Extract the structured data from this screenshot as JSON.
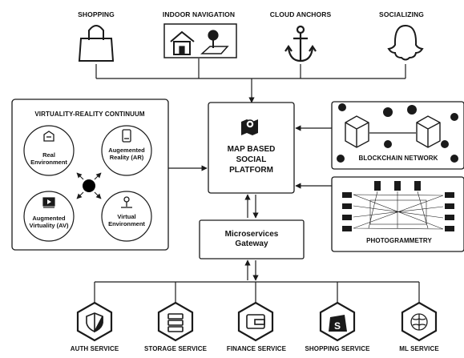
{
  "top_services": [
    {
      "label": "SHOPPING",
      "icon": "shopping-bag-icon"
    },
    {
      "label": "INDOOR NAVIGATION",
      "icon": "home-navigation-icon"
    },
    {
      "label": "CLOUD ANCHORS",
      "icon": "anchor-icon"
    },
    {
      "label": "SOCIALIZING",
      "icon": "ghost-social-icon"
    }
  ],
  "continuum": {
    "title": "VIRTUALITY-REALITY CONTINUUM",
    "items": [
      {
        "label": "Real\nEnvironment",
        "icon": "building-icon"
      },
      {
        "label": "Augemented\nReality (AR)",
        "icon": "ar-phone-icon"
      },
      {
        "label": "Augmented\nVirtuality (AV)",
        "icon": "play-screen-icon"
      },
      {
        "label": "Virtual\nEnvironment",
        "icon": "person-pin-icon"
      }
    ]
  },
  "platform": {
    "label": "MAP BASED\nSOCIAL\nPLATFORM",
    "icon": "map-pin-icon"
  },
  "gateway": {
    "label": "Microservices\nGateway"
  },
  "blockchain": {
    "label": "BLOCKCHAIN NETWORK"
  },
  "photogrammetry": {
    "label": "PHOTOGRAMMETRY"
  },
  "bottom_services": [
    {
      "label": "AUTH SERVICE",
      "icon": "shield-icon"
    },
    {
      "label": "STORAGE SERVICE",
      "icon": "server-icon"
    },
    {
      "label": "FINANCE SERVICE",
      "icon": "wallet-icon"
    },
    {
      "label": "SHOPPING SERVICE",
      "icon": "shopify-bag-icon"
    },
    {
      "label": "ML SERVICE",
      "icon": "brain-icon"
    }
  ],
  "colors": {
    "line": "#1a1a1a",
    "fill": "#ffffff",
    "dot": "#000000"
  }
}
